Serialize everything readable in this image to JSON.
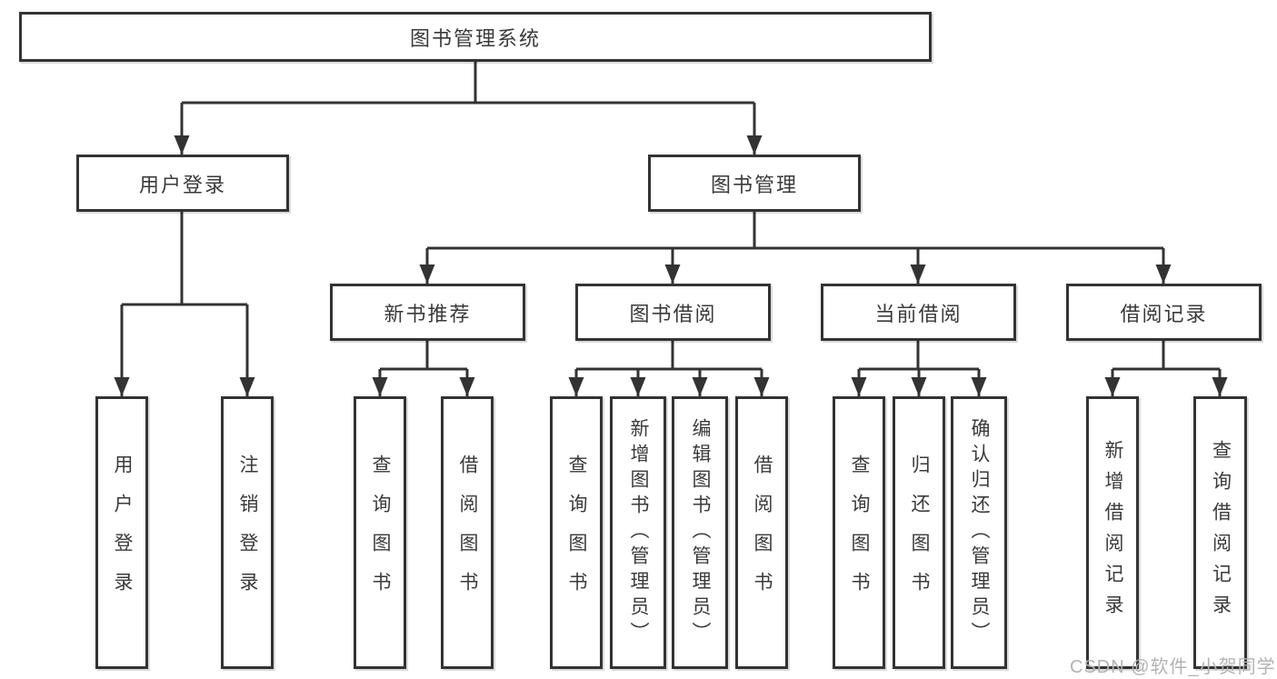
{
  "tree": {
    "root": {
      "label": "图书管理系统"
    },
    "branches": [
      {
        "label": "用户登录",
        "children": [
          "用户登录",
          "注销登录"
        ]
      },
      {
        "label": "图书管理",
        "children": [
          {
            "label": "新书推荐",
            "children": [
              "查询图书",
              "借阅图书"
            ]
          },
          {
            "label": "图书借阅",
            "children": [
              "查询图书",
              "新增图书（管理员）",
              "编辑图书（管理员）",
              "借阅图书"
            ]
          },
          {
            "label": "当前借阅",
            "children": [
              "查询图书",
              "归还图书",
              "确认归还（管理员）"
            ]
          },
          {
            "label": "借阅记录",
            "children": [
              "新增借阅记录",
              "查询借阅记录"
            ]
          }
        ]
      }
    ]
  },
  "watermark": {
    "text": "CSDN @软件_小贺同学"
  },
  "colors": {
    "line": "#333333",
    "box_border": "#333333",
    "box_fill": "#ffffff",
    "text": "#3a3a3a",
    "watermark": "#b3b3b3",
    "background": "#ffffff"
  }
}
